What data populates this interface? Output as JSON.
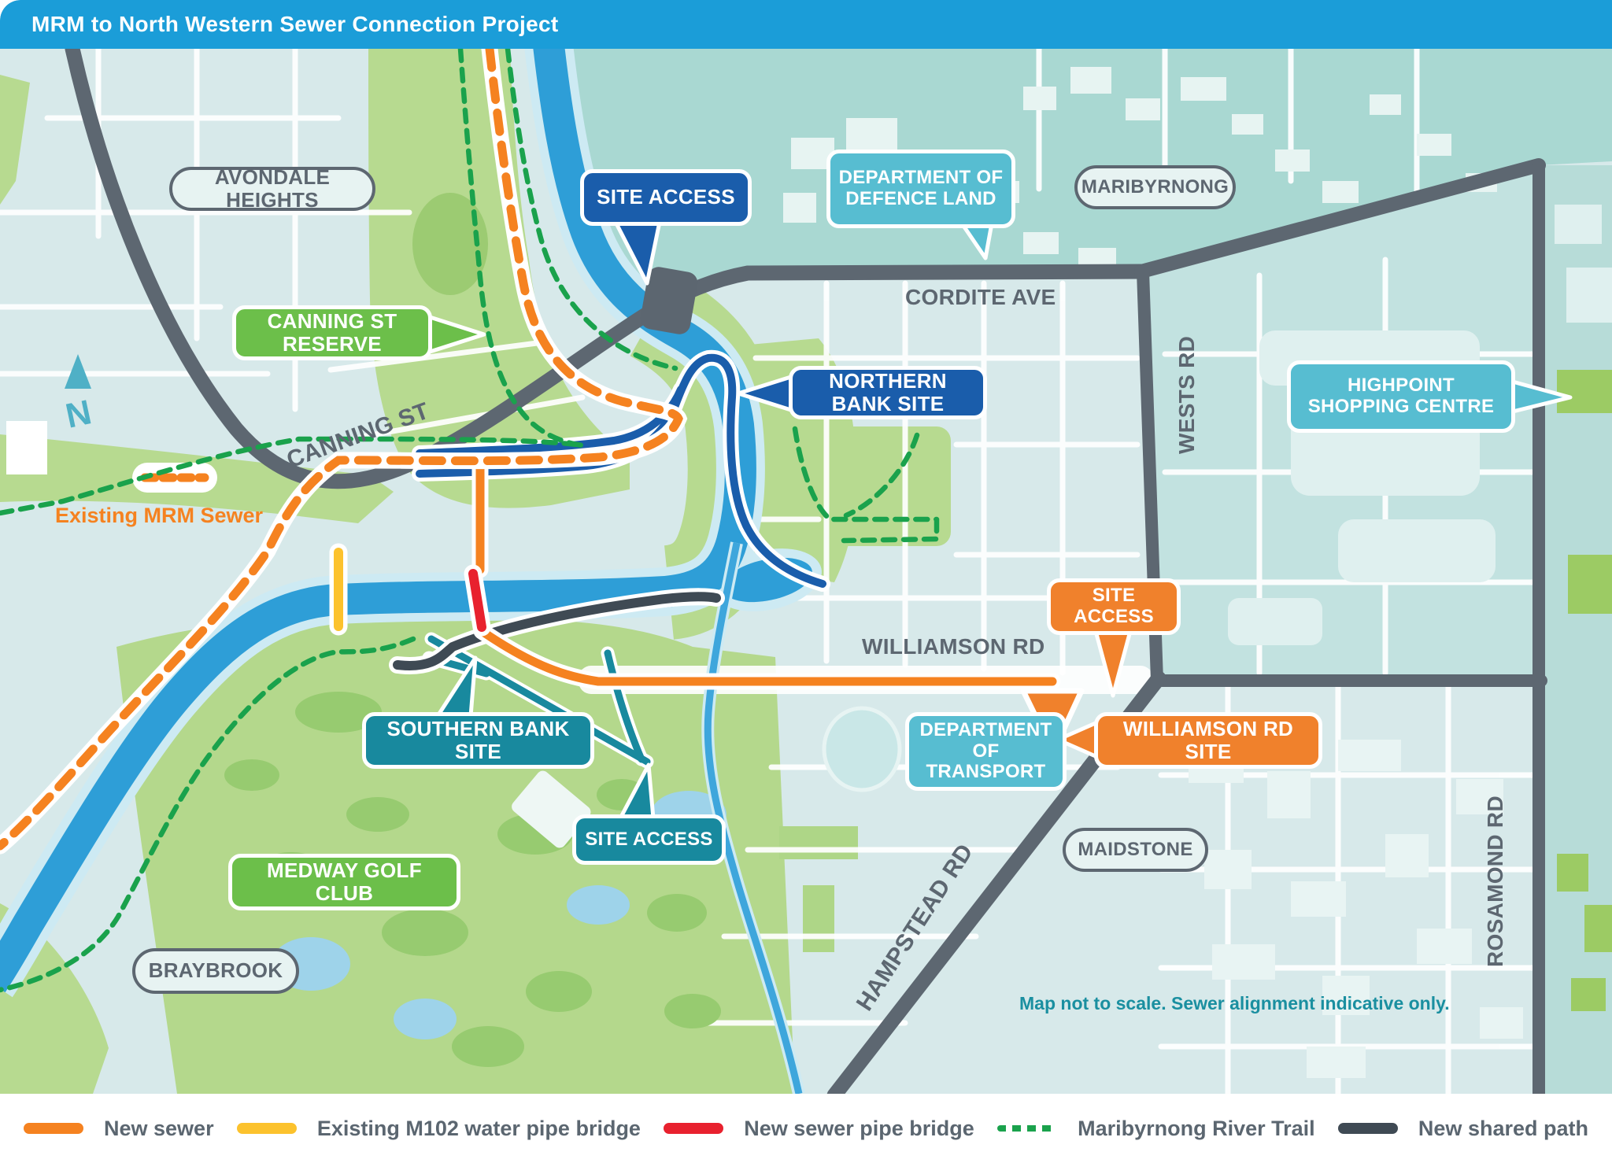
{
  "header": {
    "title": "MRM to North Western Sewer Connection Project"
  },
  "map": {
    "compass": {
      "label": "N"
    },
    "area_labels": {
      "avondale_heights": "AVONDALE HEIGHTS",
      "maribyrnong": "MARIBYRNONG",
      "maidstone": "MAIDSTONE",
      "braybrook": "BRAYBROOK"
    },
    "road_labels": {
      "cordite_ave": "CORDITE AVE",
      "canning_st": "CANNING ST",
      "wests_rd": "WESTS RD",
      "williamson_rd": "WILLIAMSON RD",
      "hampstead_rd": "HAMPSTEAD RD",
      "rosamond_rd": "ROSAMOND RD"
    },
    "callouts": {
      "site_access_north": "SITE ACCESS",
      "canning_st_reserve": "CANNING ST RESERVE",
      "department_of_defence_land": "DEPARTMENT OF DEFENCE LAND",
      "northern_bank_site": "NORTHERN BANK SITE",
      "highpoint_shopping_centre": "HIGHPOINT SHOPPING CENTRE",
      "site_access_williamson": "SITE ACCESS",
      "williamson_rd_site": "WILLIAMSON RD SITE",
      "southern_bank_site": "SOUTHERN BANK SITE",
      "site_access_southern": "SITE ACCESS",
      "department_of_transport": "DEPARTMENT OF TRANSPORT",
      "medway_golf_club": "MEDWAY GOLF CLUB"
    },
    "annotations": {
      "existing_mrm_sewer": "Existing MRM Sewer",
      "scale_note": "Map not to scale. Sewer alignment indicative only."
    }
  },
  "legend": {
    "items": [
      {
        "label": "New sewer",
        "color": "#f58220",
        "style": "solid"
      },
      {
        "label": "Existing M102 water pipe bridge",
        "color": "#fcc22d",
        "style": "solid"
      },
      {
        "label": "New sewer pipe bridge",
        "color": "#e8212e",
        "style": "solid"
      },
      {
        "label": "Maribyrnong River Trail",
        "color": "#1aa24c",
        "style": "dashed"
      },
      {
        "label": "New shared path",
        "color": "#3f4a54",
        "style": "solid"
      }
    ]
  },
  "colors": {
    "header_bar": "#1b9dd8",
    "map_base": "#d7e9ea",
    "suburb_teal": "#a9d8d2",
    "park_green": "#b7da90",
    "river_blue": "#2e9ed7",
    "road_grey": "#5d6771",
    "site_navy": "#1a5dab",
    "site_teal": "#18899e",
    "info_teal": "#57bdd1",
    "reserve_green": "#6cbf4a",
    "site_orange": "#f0812c"
  }
}
